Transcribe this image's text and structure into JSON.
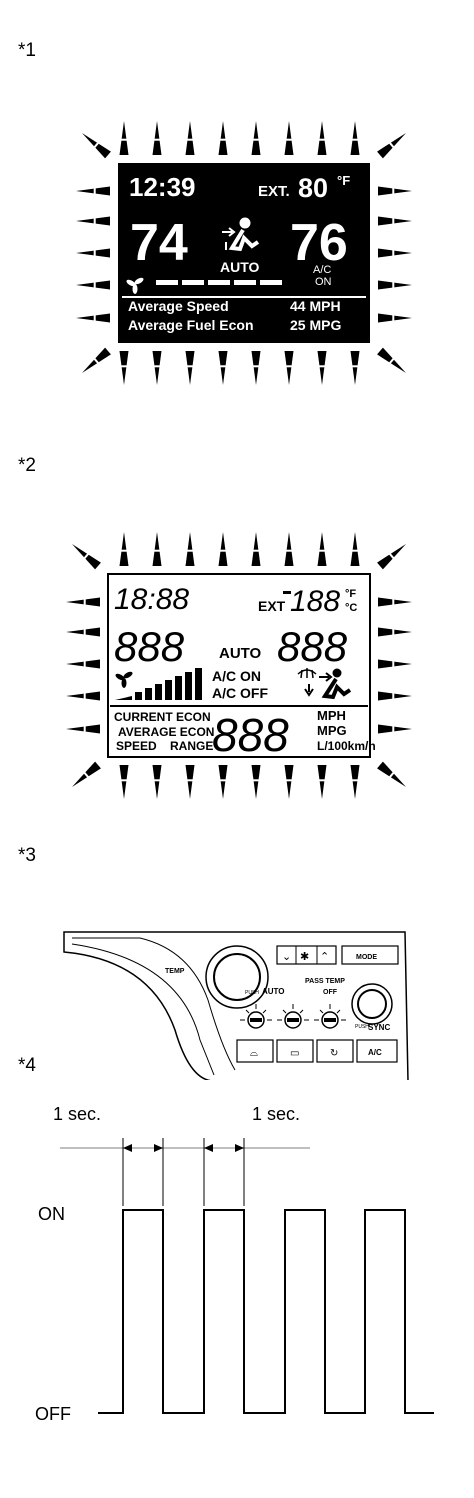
{
  "figure_labels": [
    "*1",
    "*2",
    "*3",
    "*4"
  ],
  "display1": {
    "clock": "12:39",
    "ext_label": "EXT.",
    "ext_temp": "80",
    "ext_unit": "°F",
    "left_temp": "74",
    "right_temp": "76",
    "mode": "AUTO",
    "ac_label": "A/C",
    "ac_state": "ON",
    "info_line1_label": "Average Speed",
    "info_line1_value": "44 MPH",
    "info_line2_label": "Average Fuel Econ",
    "info_line2_value": "25 MPG"
  },
  "display2": {
    "clock": "18:88",
    "ext_label": "EXT",
    "ext_temp": "188",
    "unit_f": "°F",
    "unit_c": "°C",
    "left_temp": "888",
    "right_temp": "888",
    "mode": "AUTO",
    "ac_on": "A/C ON",
    "ac_off": "A/C OFF",
    "econ_line1": "CURRENT ECON",
    "econ_line2": "AVERAGE ECON",
    "speed": "SPEED",
    "range": "RANGE",
    "big_value": "888",
    "unit_mph": "MPH",
    "unit_mpg": "MPG",
    "unit_l100": "L/100km/h"
  },
  "panel": {
    "temp": "TEMP",
    "mode": "MODE",
    "pass_temp": "PASS TEMP",
    "auto": "AUTO",
    "off": "OFF",
    "sync": "SYNC",
    "ac": "A/C",
    "push_left": "PUSH",
    "push_right": "PUSH"
  },
  "timing": {
    "on_label": "ON",
    "off_label": "OFF",
    "interval1": "1 sec.",
    "interval2": "1 sec."
  }
}
